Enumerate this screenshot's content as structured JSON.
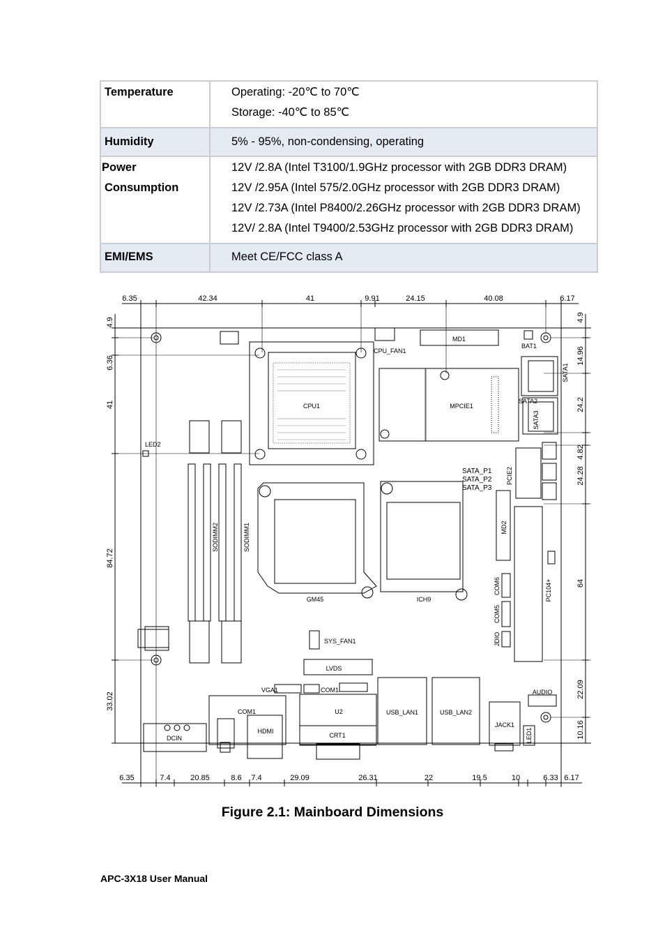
{
  "spec_table": [
    {
      "label": [
        "Temperature"
      ],
      "values": [
        "Operating: -20℃  to 70℃",
        "Storage: -40℃  to 85℃"
      ],
      "shaded": false
    },
    {
      "label": [
        "Humidity"
      ],
      "values": [
        "5% - 95%, non-condensing, operating"
      ],
      "shaded": true
    },
    {
      "label": [
        "Power",
        "Consumption"
      ],
      "values": [
        "12V /2.8A (Intel T3100/1.9GHz processor with 2GB DDR3 DRAM)",
        "12V /2.95A (Intel 575/2.0GHz processor with 2GB DDR3 DRAM)",
        "12V /2.73A (Intel P8400/2.26GHz processor with 2GB DDR3 DRAM)",
        "12V/ 2.8A (Intel T9400/2.53GHz processor with 2GB DDR3 DRAM)"
      ],
      "shaded": false
    },
    {
      "label": [
        "EMI/EMS"
      ],
      "values": [
        "Meet CE/FCC class A"
      ],
      "shaded": true
    }
  ],
  "diagram": {
    "top_dims": [
      "6.35",
      "42.34",
      "41",
      "9.91",
      "24.15",
      "40.08",
      "6.17"
    ],
    "bottom_dims": [
      "6.35",
      "7.4",
      "20.85",
      "8.6",
      "7.4",
      "29.09",
      "26.31",
      "22",
      "19.5",
      "10",
      "6.33",
      "6.17"
    ],
    "left_dims": [
      "4.9",
      "6.36",
      "41",
      "84.72",
      "33.02"
    ],
    "right_dims": [
      "4.9",
      "14.96",
      "24.2",
      "4.82",
      "24.28",
      "64",
      "22.09",
      "10.16"
    ],
    "components": {
      "cpu1": "CPU1",
      "cpu_fan1": "CPU_FAN1",
      "md1": "MD1",
      "bat1": "BAT1",
      "sata1": "SATA1",
      "sata2": "SATA2",
      "sata3": "SATA3",
      "mpcie1": "MPCIE1",
      "led2": "LED2",
      "sodimm2": "SODIMM2",
      "sodimm1": "SODIMM1",
      "gm45": "GM45",
      "ich9": "ICH9",
      "sata_p1": "SATA_P1",
      "sata_p2": "SATA_P2",
      "sata_p3": "SATA_P3",
      "pcie2": "PCIE2",
      "md2": "MD2",
      "pc104": "PC104+",
      "com6": "COM6",
      "com5": "COM5",
      "jdio": "JDIO",
      "sys_fan1": "SYS_FAN1",
      "lvds": "LVDS",
      "vga1": "VGA1",
      "com1_hdr": "COM1",
      "com1": "COM1",
      "hdmi": "HDMI",
      "u2": "U2",
      "crt1": "CRT1",
      "usb_lan1": "USB_LAN1",
      "usb_lan2": "USB_LAN2",
      "jack1": "JACK1",
      "led1": "LED1",
      "audio": "AUDIO",
      "dcin": "DCIN"
    }
  },
  "caption": "Figure 2.1: Mainboard Dimensions",
  "footer": "APC-3X18 User Manual"
}
